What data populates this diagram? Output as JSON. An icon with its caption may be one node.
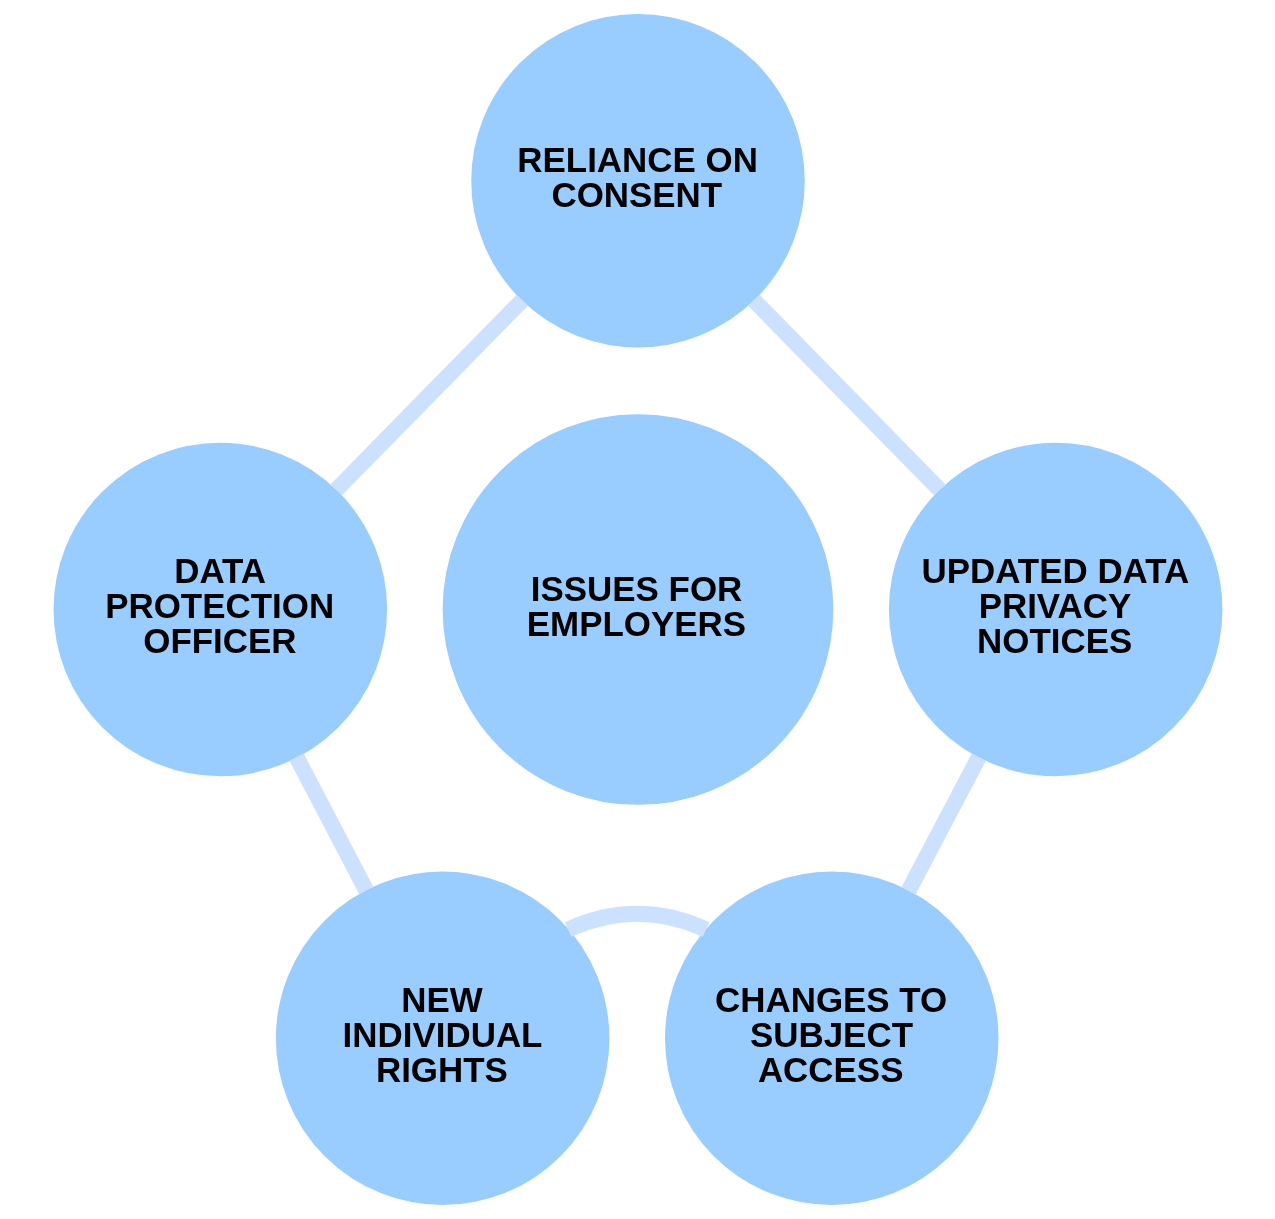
{
  "diagram": {
    "nodes": [
      {
        "text": [
          "RELIANCE ON CONSENT"
        ]
      },
      {
        "text": [
          "UPDATED DATA PRIVACY NOTICES"
        ]
      },
      {
        "text": [
          "CHANGES TO SUBJECT ACCESS"
        ]
      },
      {
        "text": [
          "NEW INDIVIDUAL RIGHTS"
        ]
      },
      {
        "text": [
          "DATA PROTECTION OFFICER"
        ]
      },
      {
        "text": [
          "ISSUES FOR EMPLOYERS"
        ]
      }
    ],
    "edges": [
      {
        "from": 0,
        "to": 1,
        "arrow": "none"
      },
      {
        "from": 1,
        "to": 2,
        "arrow": "none"
      },
      {
        "from": 2,
        "to": 3,
        "arrow": "none"
      },
      {
        "from": 3,
        "to": 4,
        "arrow": "none"
      },
      {
        "from": 4,
        "to": 0,
        "arrow": "none"
      }
    ]
  }
}
